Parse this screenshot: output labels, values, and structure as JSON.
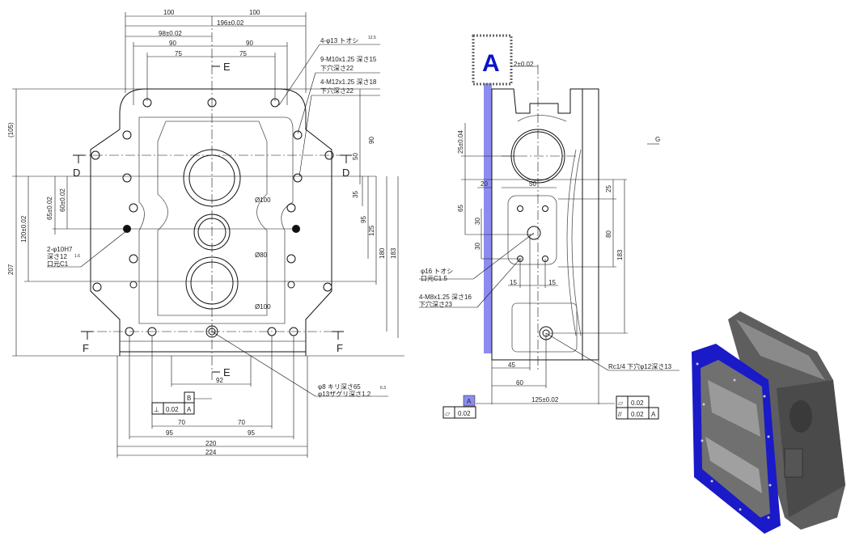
{
  "front_view": {
    "dims_top": [
      "100",
      "100",
      "196±0.02",
      "98±0.02",
      "90",
      "90",
      "75",
      "75"
    ],
    "dims_left": [
      "(105)",
      "65±0.02",
      "60±0.02",
      "120±0.02",
      "207"
    ],
    "dims_right": [
      "90",
      "50",
      "35",
      "95",
      "125",
      "180",
      "183"
    ],
    "dims_bottom": [
      "92",
      "70",
      "70",
      "95",
      "95",
      "220",
      "224"
    ],
    "section_labels": {
      "d": "D",
      "e": "E",
      "f": "F"
    },
    "diameters": [
      "Ø100",
      "Ø80",
      "Ø100"
    ],
    "notes": {
      "n1": "4-φ13 トオシ",
      "n2a": "9-M10x1.25 深さ15",
      "n2b": "下穴深さ22",
      "n3a": "4-M12x1.25 深さ18",
      "n3b": "下穴深さ22",
      "n4a": "2-φ10H7",
      "n4b": "深さ12",
      "n4c": "口元C1",
      "n5a": "φ8 キリ深さ65",
      "n5b": "φ13ザグリ深さ1.2"
    },
    "surface": [
      "12.5",
      "1.6",
      "6.3"
    ],
    "gdt": {
      "datum": "B",
      "symbol": "⊥",
      "tol": "0.02",
      "ref": "A"
    }
  },
  "side_view": {
    "datum_big": "A",
    "dims": [
      "2±0.02",
      "25±0.04",
      "65",
      "20",
      "50",
      "30",
      "30",
      "25",
      "80",
      "183",
      "15",
      "15",
      "45",
      "60",
      "125±0.02"
    ],
    "g_mark": "G",
    "notes": {
      "n1a": "φ16 トオシ",
      "n1b": "口元C1.5",
      "n2a": "4-M8x1.25 深さ16",
      "n2b": "下穴深さ23",
      "n3": "Rc1/4 下穴φ12深さ13"
    },
    "gdt_left": {
      "datum": "A",
      "symbol": "▱",
      "tol": "0.02"
    },
    "gdt_right": {
      "r1_symbol": "▱",
      "r1_tol": "0.02",
      "r2_symbol": "//",
      "r2_tol": "0.02",
      "r2_ref": "A"
    }
  },
  "colors": {
    "datum_highlight": "#8c8cf0",
    "model_flange": "#1a1ac8",
    "model_body": "#6a6a6a"
  }
}
